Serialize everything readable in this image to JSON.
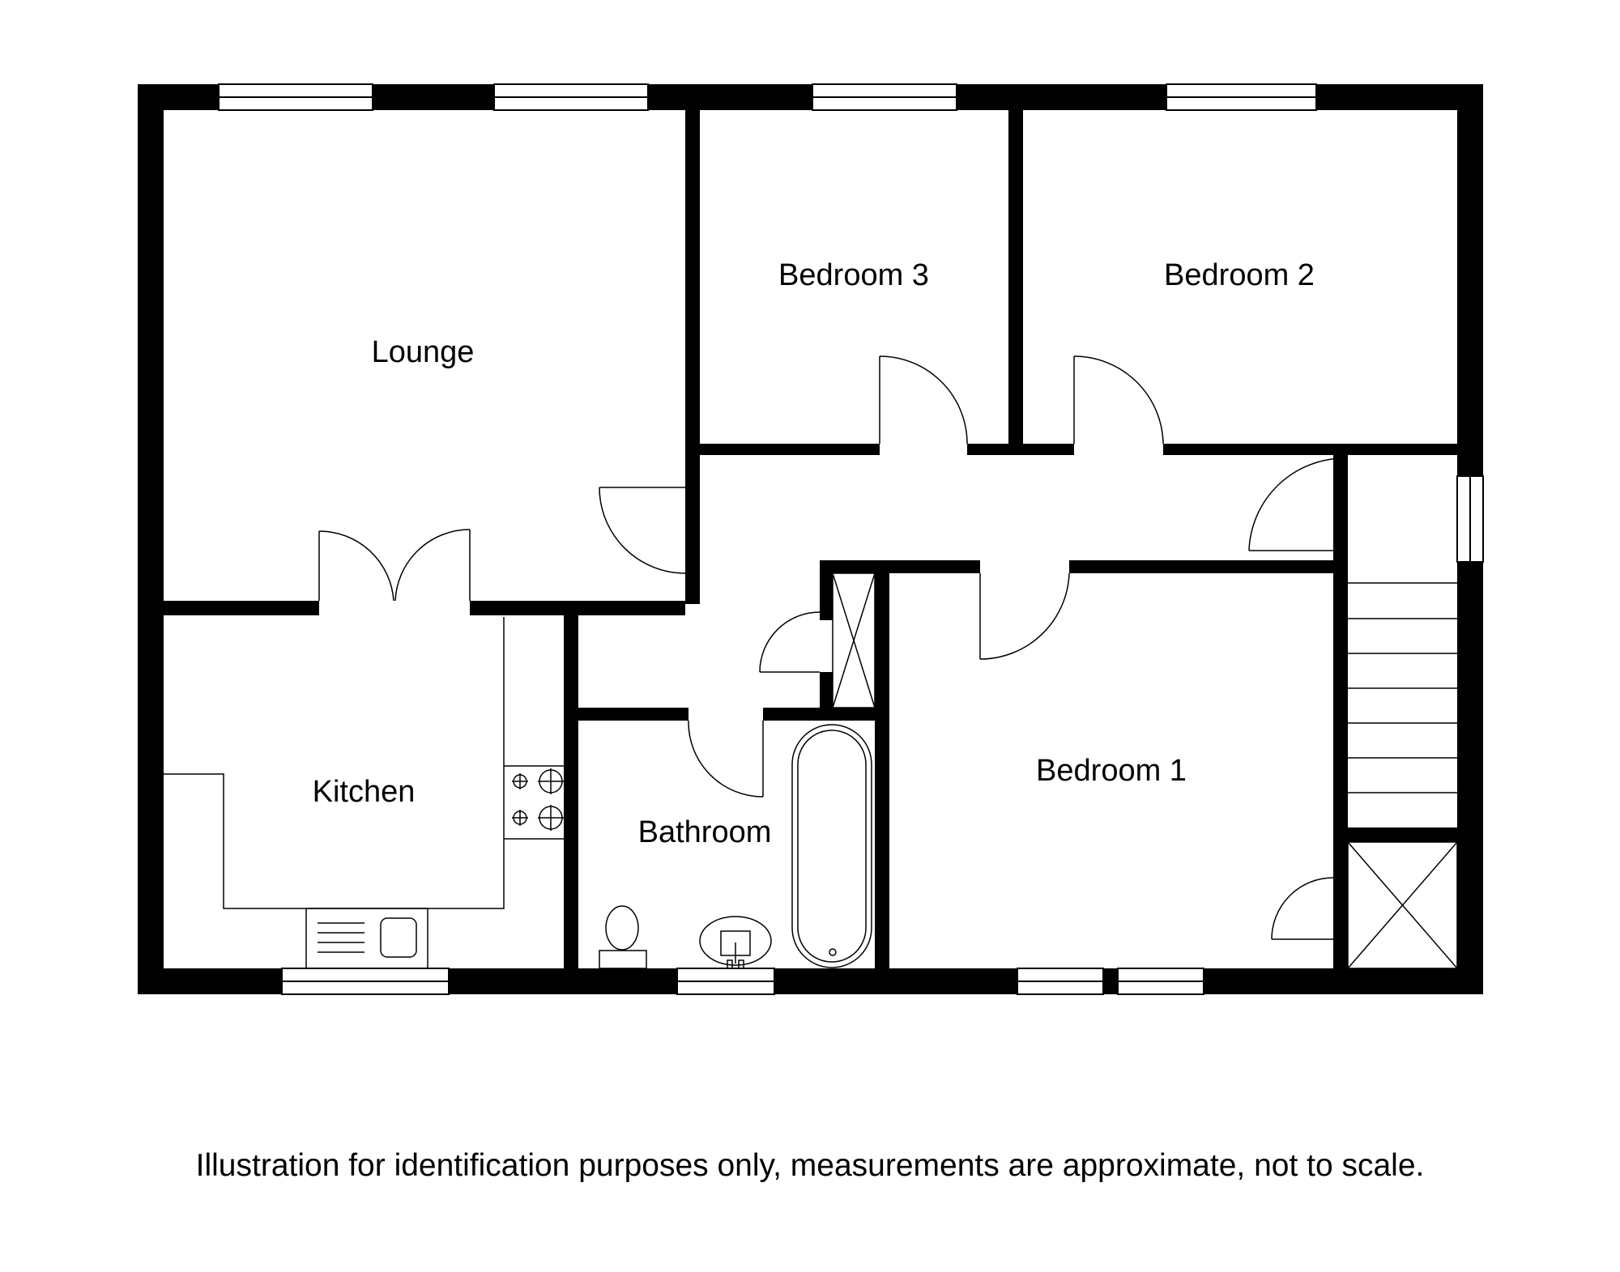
{
  "rooms": {
    "lounge": "Lounge",
    "bedroom3": "Bedroom 3",
    "bedroom2": "Bedroom 2",
    "kitchen": "Kitchen",
    "bathroom": "Bathroom",
    "bedroom1": "Bedroom 1"
  },
  "caption": "Illustration for identification purposes only, measurements are approximate, not to scale."
}
